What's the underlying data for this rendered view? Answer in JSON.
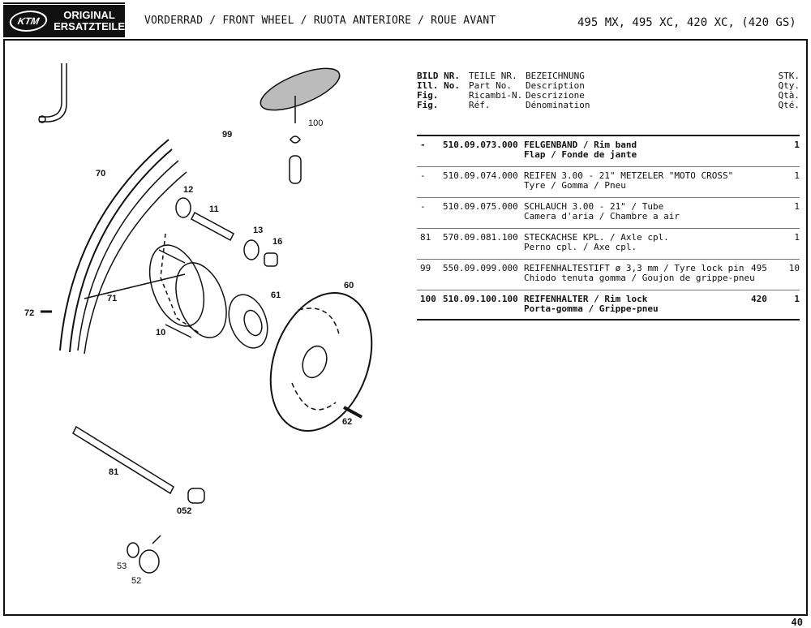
{
  "brand": {
    "logo_text": "KTM",
    "label_line1": "ORIGINAL",
    "label_line2": "ERSATZTEILE"
  },
  "header": {
    "title": "VORDERRAD / FRONT WHEEL / RUOTA ANTERIORE / ROUE AVANT",
    "models": "495 MX, 495 XC, 420 XC, (420 GS)"
  },
  "page_number": "40",
  "table": {
    "columns": [
      {
        "line1": "BILD NR.",
        "line2": "Ill. No.",
        "line3": "Fig.",
        "line4": "Fig."
      },
      {
        "line1": "TEILE NR.",
        "line2": "Part No.",
        "line3": "Ricambi-N.",
        "line4": "Réf."
      },
      {
        "line1": "BEZEICHNUNG",
        "line2": "Description",
        "line3": "Descrizione",
        "line4": "Dénomination"
      },
      {
        "line1": "STK.",
        "line2": "Qty.",
        "line3": "Qtà.",
        "line4": "Qté."
      }
    ],
    "rows": [
      {
        "fig": "-",
        "part": "510.09.073.000",
        "desc1": "FELGENBAND / Rim band",
        "desc2": "Flap / Fonde de jante",
        "note": "",
        "qty": "1",
        "bold": true
      },
      {
        "fig": "-",
        "part": "510.09.074.000",
        "desc1": "REIFEN 3.00 - 21\" METZELER \"MOTO CROSS\"",
        "desc2": "Tyre / Gomma / Pneu",
        "note": "",
        "qty": "1",
        "bold": false
      },
      {
        "fig": "-",
        "part": "510.09.075.000",
        "desc1": "SCHLAUCH 3.00 - 21\" / Tube",
        "desc2": "Camera d'aria / Chambre a air",
        "note": "",
        "qty": "1",
        "bold": false
      },
      {
        "fig": "81",
        "part": "570.09.081.100",
        "desc1": "STECKACHSE KPL. / Axle cpl.",
        "desc2": "Perno cpl. / Axe cpl.",
        "note": "",
        "qty": "1",
        "bold": false
      },
      {
        "fig": "99",
        "part": "550.09.099.000",
        "desc1": "REIFENHALTESTIFT ø 3,3 mm / Tyre lock pin",
        "desc2": "Chiodo tenuta gomma / Goujon de grippe-pneu",
        "note": "495",
        "qty": "10",
        "bold": false
      },
      {
        "fig": "100",
        "part": "510.09.100.100",
        "desc1": "REIFENHALTER / Rim lock",
        "desc2": "Porta-gomma / Grippe-pneu",
        "note": "420",
        "qty": "1",
        "bold": true
      }
    ]
  },
  "callouts": [
    "100",
    "99",
    "70",
    "12",
    "11",
    "13",
    "16",
    "61",
    "60",
    "71",
    "72",
    "10",
    "62",
    "81",
    "052",
    "53",
    "52"
  ]
}
